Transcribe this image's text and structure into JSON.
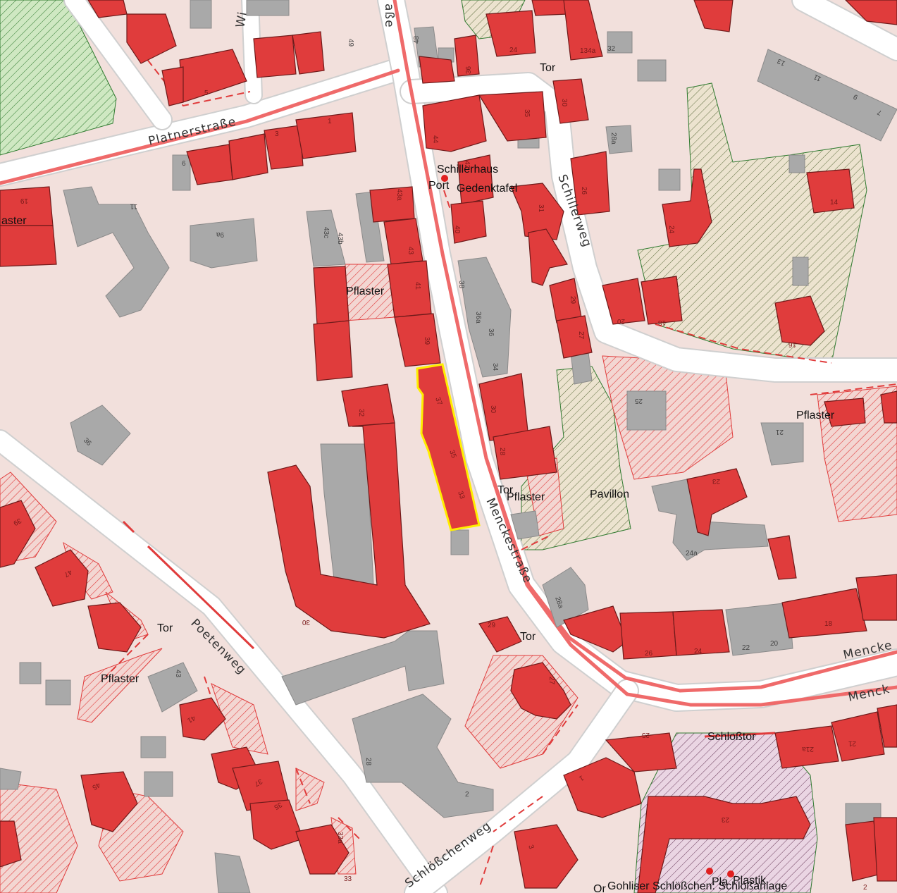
{
  "header": {
    "title": "g"
  },
  "streets": {
    "platnerstrasse": "Platnerstraße",
    "menckestrasse": "Menckestraße",
    "schillerweg": "Schillerweg",
    "poetenweg": "Poetenweg",
    "schloesschenweg": "Schlößchenweg",
    "mencke_1": "Mencke",
    "mencke_2": "Menck",
    "wi": "Wi",
    "sse_top": "aße"
  },
  "labels": {
    "tor_1": "Tor",
    "tor_2": "Tor",
    "tor_3": "Tor",
    "tor_4": "Tor",
    "pflaster_1": "Pflaster",
    "pflaster_2": "Pflaster",
    "pflaster_3": "Pflaster",
    "pflaster_4": "Pflaster",
    "aster": "aster",
    "schillerhaus": "Schillerhaus",
    "port": "Port",
    "gedenktafel": "Gedenktafel",
    "pavillon": "Pavillon",
    "schlosstor": "Schloßtor",
    "gohliser": "Gohliser Schlößchen: Schloßanlage",
    "plastik": "Plastik",
    "pla": "Pla",
    "or": "Or"
  },
  "house_numbers": {
    "n48": "48",
    "n36top": "36",
    "n134a": "134a",
    "n32": "32",
    "n24top": "24",
    "n13": "13",
    "n11": "11",
    "n9": "9",
    "n7": "7",
    "n30": "30",
    "n35": "35",
    "n28a": "28a",
    "n44": "44",
    "n42": "42",
    "n40": "40",
    "n31": "31",
    "n26": "26",
    "n24": "24",
    "n14": "14",
    "n43b": "43b",
    "n43c": "43c",
    "n43a": "43a",
    "n43": "43",
    "n41": "41",
    "n39": "39",
    "n38": "38",
    "n36a": "36a",
    "n36": "36",
    "n34": "34",
    "n29": "29",
    "n27": "27",
    "n20": "20",
    "n18": "18",
    "n16": "16",
    "n25": "25",
    "n21": "21",
    "n23": "23",
    "n24a": "24a",
    "n37": "37",
    "n35b": "35",
    "n33": "33",
    "n30b": "30",
    "n30c": "30",
    "n28": "28",
    "n22": "22",
    "n20b": "20",
    "n18b": "18",
    "n28aa": "28a",
    "n26b": "26",
    "n19": "19",
    "n11b": "11",
    "n9b": "9",
    "n6": "6",
    "n5": "5",
    "n3": "3",
    "n1": "1",
    "n9a": "9a",
    "n36c": "36",
    "n39b": "39",
    "n47": "47",
    "n45": "45",
    "n43d": "43",
    "n41b": "41",
    "n35c": "35",
    "n37b": "37",
    "n2": "2",
    "n28b": "28",
    "n33b": "33",
    "n33a": "33a",
    "n25b": "25",
    "n23b": "23",
    "n21a": "21a",
    "n3b": "3",
    "n1b": "1",
    "n49": "49",
    "n2b": "2"
  },
  "colors": {
    "background": "#f2e0dc",
    "building": "#e03c3c",
    "building_stroke": "#6e1a1a",
    "gray_building": "#a9a9a9",
    "road": "#ffffff",
    "road_edge": "#cfcfcf",
    "road_red": "#ef6a6a",
    "park": "#cfe8c2",
    "selection": "#ffee00"
  }
}
